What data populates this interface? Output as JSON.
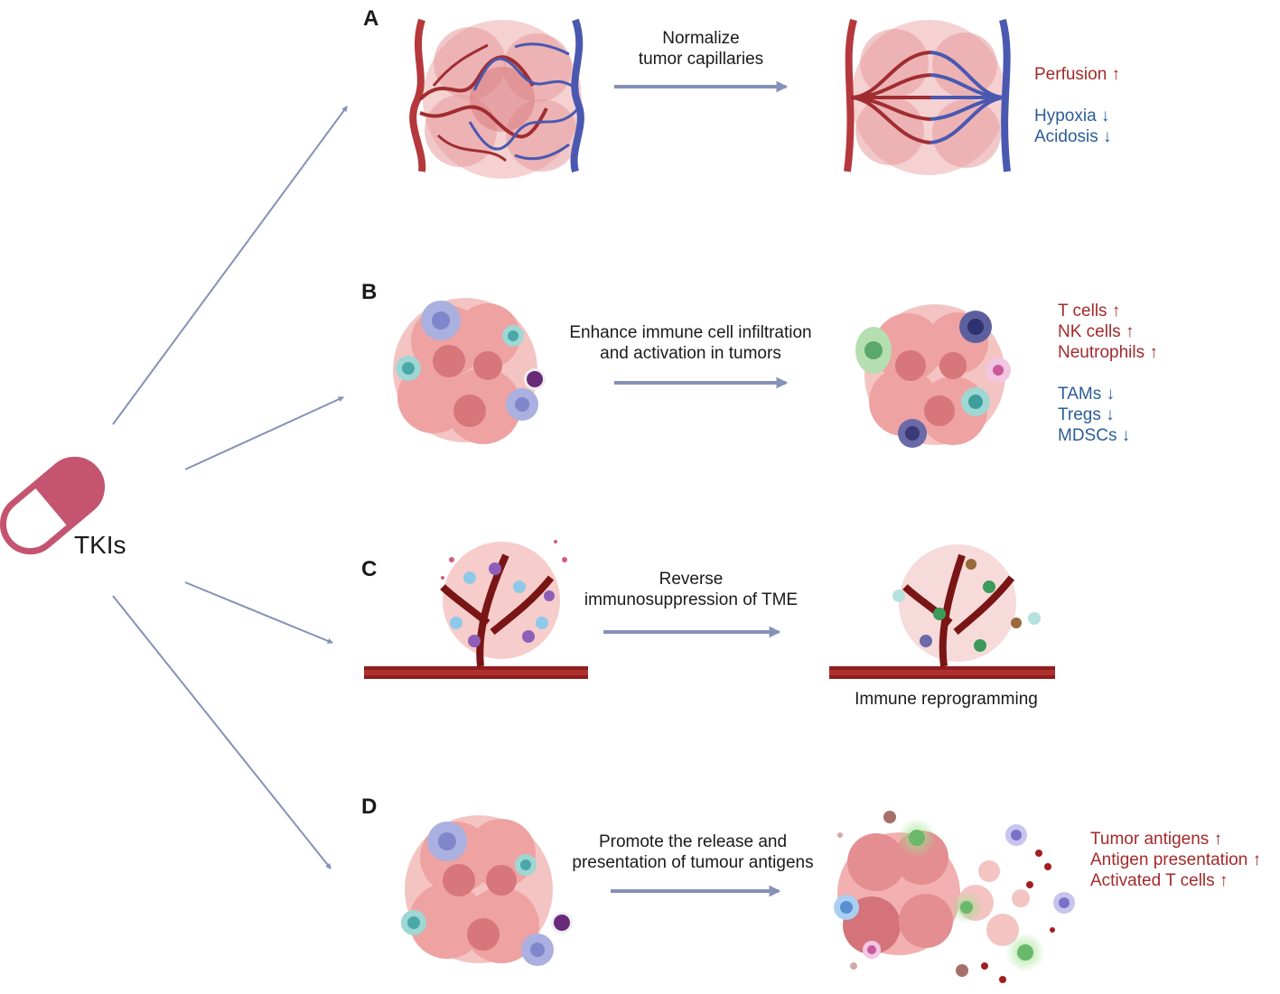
{
  "drug": {
    "label": "TKIs",
    "capsule_color": "#c4546f"
  },
  "colors": {
    "arrow": "#8591b8",
    "increase_text": "#a32a2a",
    "decrease_text": "#2b5d97",
    "tumor": "#e98a8e",
    "artery": "#b5383c",
    "vein": "#4a58b0",
    "vessel": "#8e1d1d"
  },
  "panels": [
    {
      "label": "A",
      "caption": [
        "Normalize",
        "tumor capillaries"
      ],
      "effects_up": [
        "Perfusion ↑"
      ],
      "effects_down": [
        "Hypoxia ↓",
        "Acidosis ↓"
      ]
    },
    {
      "label": "B",
      "caption": [
        "Enhance immune cell infiltration",
        "and activation in tumors"
      ],
      "effects_up": [
        "T cells ↑",
        "NK cells ↑",
        "Neutrophils ↑"
      ],
      "effects_down": [
        "TAMs ↓",
        "Tregs ↓",
        "MDSCs ↓"
      ]
    },
    {
      "label": "C",
      "caption": [
        "Reverse",
        "immunosuppression of TME"
      ],
      "sublabel": "Immune reprogramming"
    },
    {
      "label": "D",
      "caption": [
        "Promote the release and",
        "presentation of tumour antigens"
      ],
      "effects_up": [
        "Tumor antigens ↑",
        "Antigen presentation ↑",
        "Activated T cells ↑"
      ]
    }
  ]
}
